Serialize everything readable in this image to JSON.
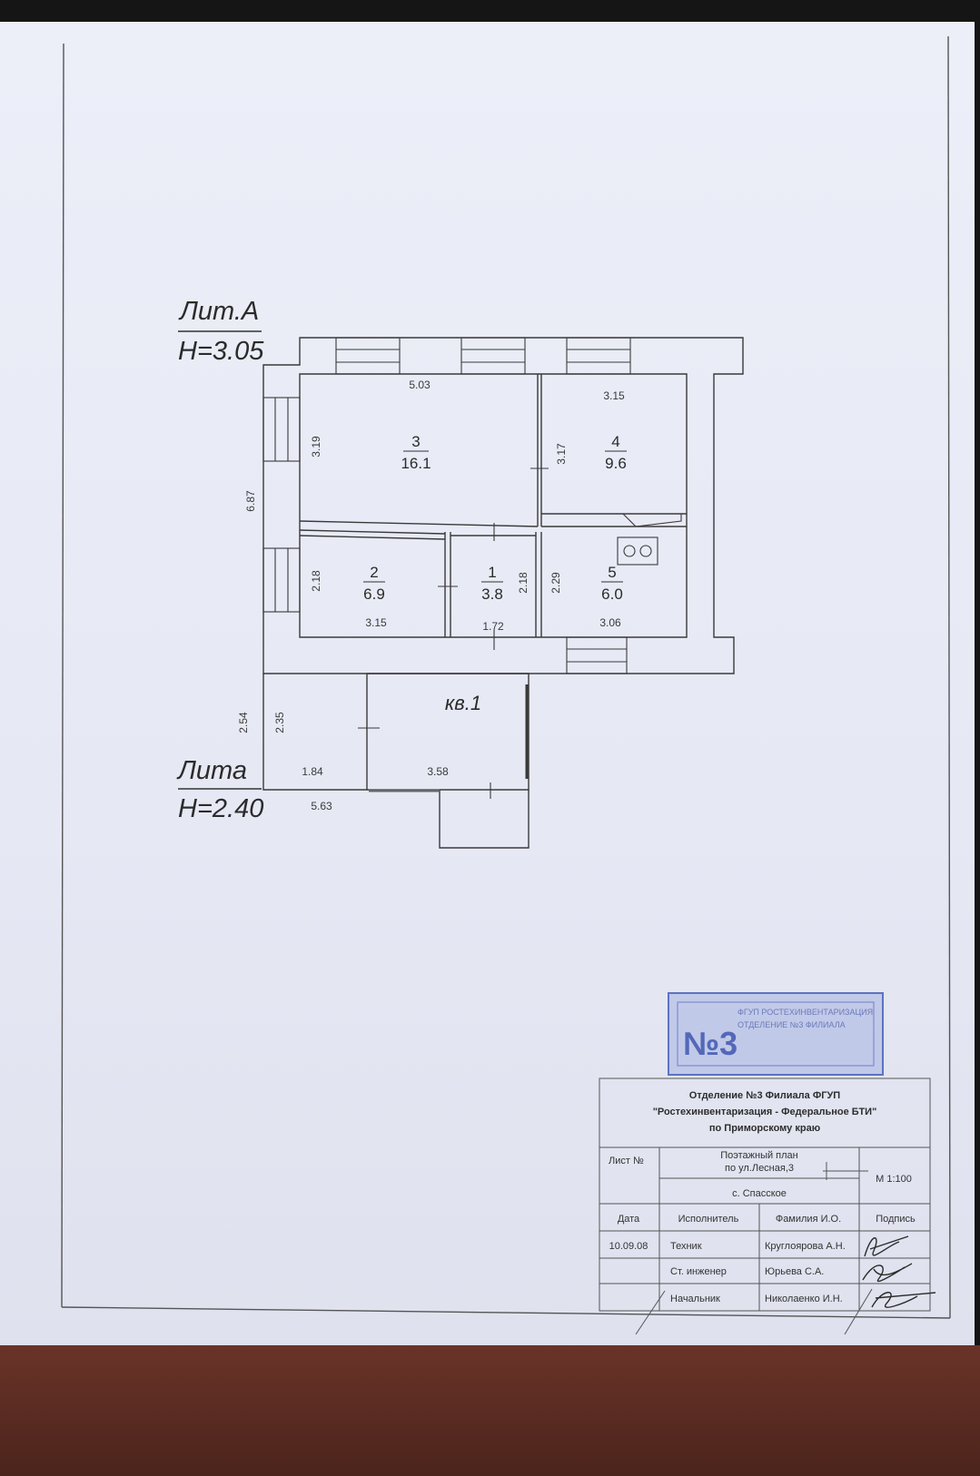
{
  "lit": {
    "a_label": "Лит.А",
    "a_height": "Н=3.05",
    "b_label": "Лита",
    "b_height": "Н=2.40"
  },
  "rooms": [
    {
      "num": "3",
      "area": "16.1"
    },
    {
      "num": "4",
      "area": "9.6"
    },
    {
      "num": "2",
      "area": "6.9"
    },
    {
      "num": "1",
      "area": "3.8"
    },
    {
      "num": "5",
      "area": "6.0"
    }
  ],
  "apartment_label": "кв.1",
  "dimensions": {
    "room3_width": "5.03",
    "room3_height": "3.19",
    "room4_width": "3.15",
    "room4_height": "3.17",
    "total_height": "6.87",
    "room2_height": "2.18",
    "room2_width": "3.15",
    "room1_height": "2.18",
    "room1_width": "1.72",
    "room5_height": "2.29",
    "room5_width": "3.06",
    "annex_outer_height": "2.54",
    "annex_inner_height": "2.35",
    "annex_left_width": "1.84",
    "annex_right_width": "3.58",
    "annex_total_width": "5.63"
  },
  "stamp": {
    "emblem": "№3",
    "lines": [
      "ФГУП РОСТЕХИНВЕНТАРИЗАЦИЯ",
      "ОТДЕЛЕНИЕ №3 ФИЛИАЛА"
    ]
  },
  "title_block": {
    "org_line1": "Отделение №3 Филиала ФГУП",
    "org_line2": "\"Ростехинвентаризация - Федеральное БТИ\"",
    "org_line3": "по Приморскому краю",
    "sheet_label": "Лист №",
    "object_line1": "Поэтажный план",
    "object_line2": "по ул.Лесная,3",
    "object_line3": "с. Спасское",
    "scale": "М 1:100",
    "col_date": "Дата",
    "col_executor": "Исполнитель",
    "col_name": "Фамилия И.О.",
    "col_sign": "Подпись",
    "rows": [
      {
        "date": "10.09.08",
        "role": "Техник",
        "name": "Круглоярова А.Н."
      },
      {
        "date": "",
        "role": "Ст. инженер",
        "name": "Юрьева С.А."
      },
      {
        "date": "",
        "role": "Начальник",
        "name": "Николаенко И.Н."
      }
    ]
  }
}
